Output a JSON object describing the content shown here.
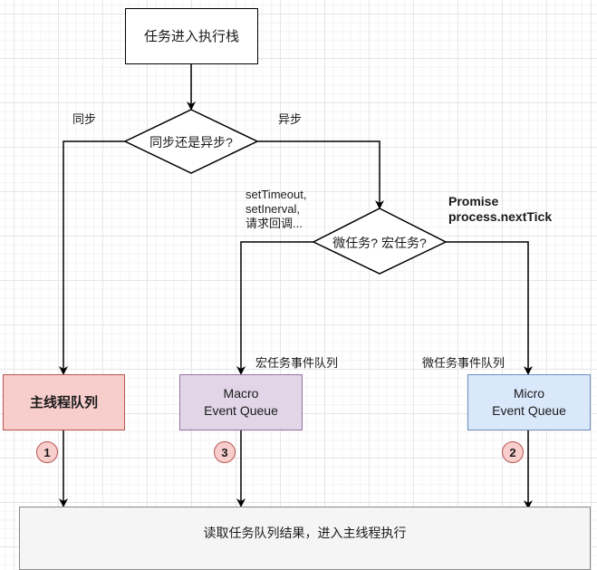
{
  "diagram": {
    "title": "JavaScript event loop task flow",
    "nodes": {
      "start": "任务进入执行栈",
      "decision_sync": "同步还是异步?",
      "decision_task_type": "微任务? 宏任务?",
      "main_queue": "主线程队列",
      "macro_queue": "Macro\nEvent Queue",
      "micro_queue": "Micro\nEvent Queue",
      "final": "读取任务队列结果，进入主线程执行"
    },
    "edge_labels": {
      "sync": "同步",
      "async": "异步",
      "macro_examples": "setTimeout,\nsetInerval,\n请求回调...",
      "micro_examples": "Promise\nprocess.nextTick",
      "macro_queue_label": "宏任务事件队列",
      "micro_queue_label": "微任务事件队列"
    },
    "order_badges": {
      "main": "1",
      "micro": "2",
      "macro": "3"
    },
    "colors": {
      "main_fill": "#f8cecc",
      "main_stroke": "#b85450",
      "macro_fill": "#e1d5e7",
      "macro_stroke": "#9673a6",
      "micro_fill": "#dae8fc",
      "micro_stroke": "#6c8ebf",
      "final_fill": "#f5f5f5"
    }
  }
}
